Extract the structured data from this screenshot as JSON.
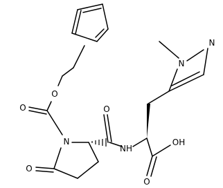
{
  "molecule": {
    "atoms": {
      "o_ester": "O",
      "o_carbonyl_cbz": "O",
      "n_ring": "N",
      "o_lactam": "O",
      "o_amide": "O",
      "n_amide": "NH",
      "n_methyl": "N",
      "n_imid": "N",
      "oh": "OH",
      "o_acid": "O"
    },
    "colors": {
      "bond": "#000000",
      "label": "#000000",
      "background": "#ffffff"
    }
  }
}
